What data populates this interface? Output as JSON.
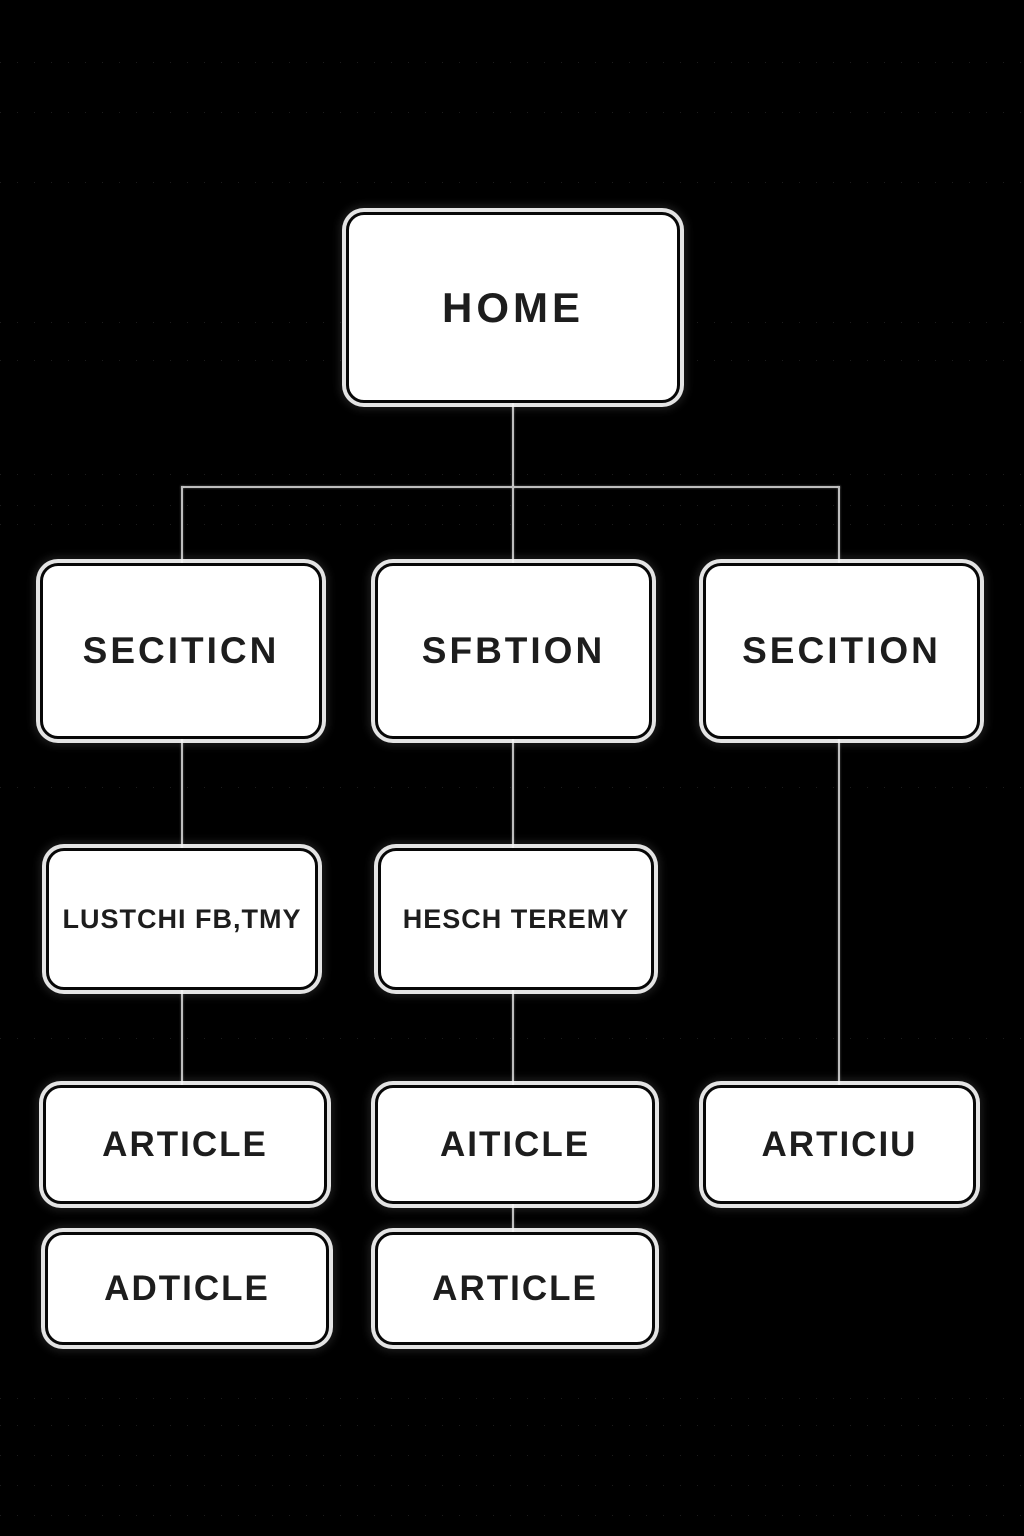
{
  "diagram": {
    "type": "sitemap-tree",
    "background_color": "#000000",
    "line_color": "#bdbdbd",
    "box_fill_color": "#ffffff",
    "box_border_color": "#070707",
    "text_color": "#1d1d1d",
    "nodes": {
      "home": {
        "label": "HOME"
      },
      "section1": {
        "label": "SECITICN"
      },
      "section2": {
        "label": "SFBTION"
      },
      "section3": {
        "label": "SECITION"
      },
      "sub1": {
        "label": "LUSTCHI FB,TMY"
      },
      "sub2": {
        "label": "HESCH TEREMY"
      },
      "article1": {
        "label": "ARTICLE"
      },
      "article2": {
        "label": "AITICLE"
      },
      "article3": {
        "label": "ARTICIU"
      },
      "article4": {
        "label": "ADTICLE"
      },
      "article5": {
        "label": "ARTICLE"
      }
    },
    "edges": [
      {
        "from": "home",
        "to": "section1"
      },
      {
        "from": "home",
        "to": "section2"
      },
      {
        "from": "home",
        "to": "section3"
      },
      {
        "from": "section1",
        "to": "sub1"
      },
      {
        "from": "section2",
        "to": "sub2"
      },
      {
        "from": "section3",
        "to": "article3"
      },
      {
        "from": "sub1",
        "to": "article1"
      },
      {
        "from": "sub2",
        "to": "article2"
      },
      {
        "from": "article2",
        "to": "article5"
      }
    ]
  }
}
